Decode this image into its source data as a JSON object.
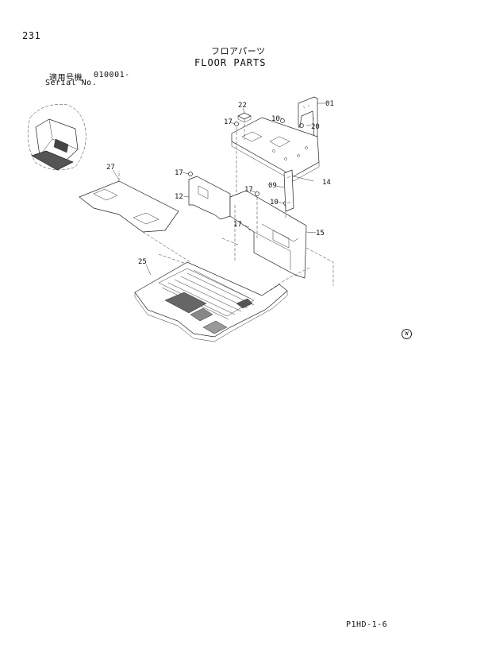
{
  "page_number": "231",
  "title_jp": "フロアパーツ",
  "title_en": "FLOOR PARTS",
  "serial": {
    "label_jp": "適用号機",
    "value": "010001-",
    "label_en": "Serial No."
  },
  "callouts": {
    "c01": "01",
    "c20": "20",
    "c22": "22",
    "c17a": "17",
    "c10a": "10",
    "c14": "14",
    "c27": "27",
    "c17b": "17",
    "c12": "12",
    "c17c": "17",
    "c09": "09",
    "c10b": "10",
    "c15": "15",
    "c17d": "17",
    "c25": "25"
  },
  "mark": "W",
  "doc_code": "P1HD-1-6"
}
